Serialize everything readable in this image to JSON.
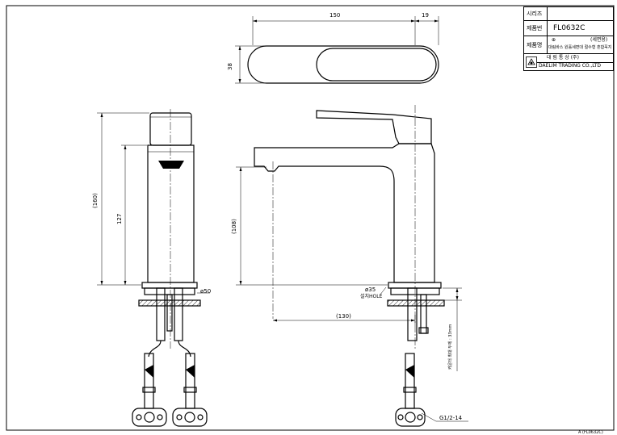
{
  "title_block": {
    "series_label": "시리즈",
    "series_value": "",
    "product_no_label": "제품번",
    "product_no_value": "FL0632C",
    "product_name_label": "제품명",
    "product_name_line1_left": "⊕",
    "product_name_line1_right": "(세면용)",
    "product_name_line2": "대림바스 원홀세면대 절수형 혼합꼭지",
    "company_kr": "대 림 통 상 (주)",
    "company_en": "DAELIM TRADING CO.,LTD"
  },
  "dimensions": {
    "top_width": "150",
    "top_extra": "19",
    "top_height": "38",
    "total_height": "(160)",
    "body_height": "127",
    "base_dia": "ø50",
    "spout_height": "(108)",
    "hole_dia": "ø35",
    "hole_label": "설치HOLE",
    "reach": "(130)",
    "counter_thickness": "카운터 최대 두께 : 33mm",
    "thread": "G1/2-14"
  },
  "footer_note": "A (FL0632C)"
}
